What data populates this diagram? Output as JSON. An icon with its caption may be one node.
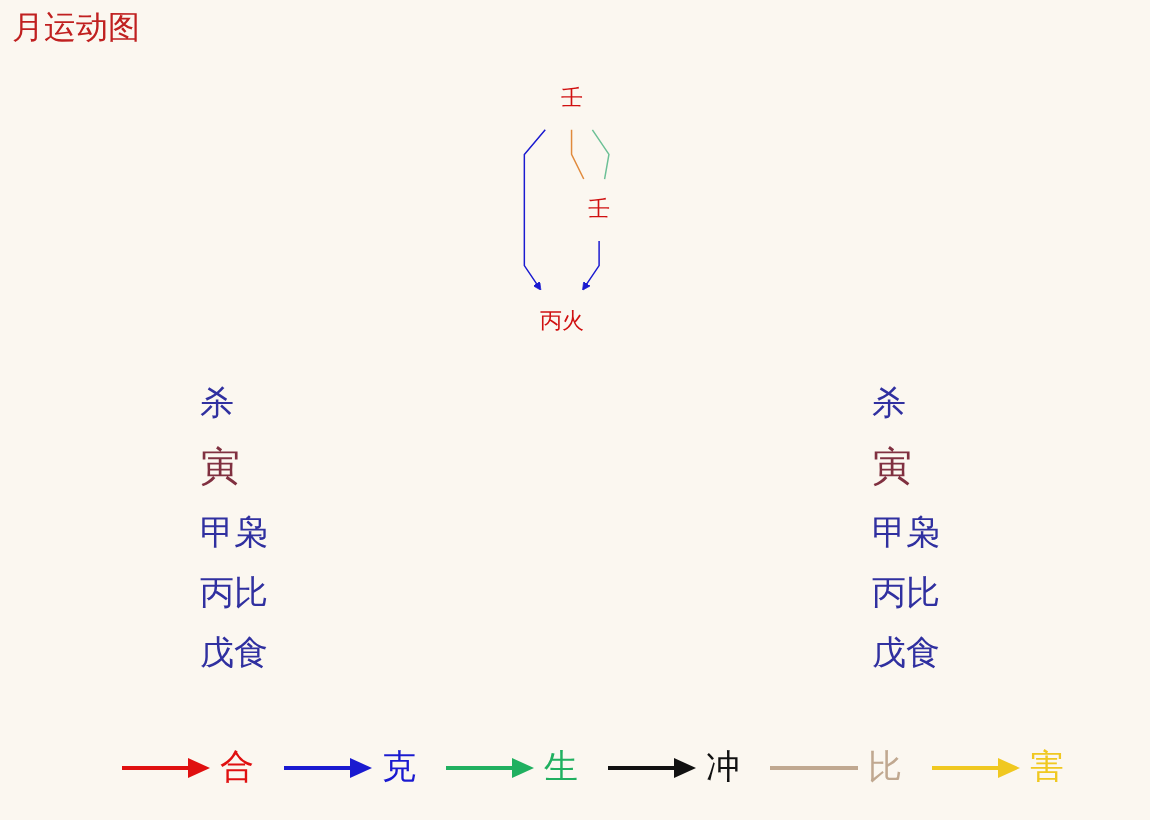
{
  "diagram": {
    "title": "月运动图",
    "nodes": [
      {
        "text": [
          "丙火"
        ]
      },
      {
        "text": [
          "壬"
        ]
      },
      {
        "text": [
          "壬"
        ]
      }
    ],
    "edges": [
      {
        "from": 1,
        "to": 0,
        "arrow": "to",
        "color": "#1a1ad0"
      },
      {
        "from": 2,
        "to": 0,
        "arrow": "to",
        "color": "#1a1ad0"
      },
      {
        "from": 1,
        "to": 2,
        "arrow": "none",
        "color": "#e08a3c"
      },
      {
        "from": 1,
        "to": 2,
        "arrow": "none",
        "color": "#6cc096"
      }
    ],
    "labels": [
      "杀",
      "杀",
      "寅",
      "寅",
      "甲枭",
      "甲枭",
      "丙比",
      "丙比",
      "戊食",
      "戊食"
    ],
    "legend": [
      {
        "text": "合",
        "color": "#e01010"
      },
      {
        "text": "克",
        "color": "#1a1ad0"
      },
      {
        "text": "生",
        "color": "#20b060"
      },
      {
        "text": "冲",
        "color": "#111111"
      },
      {
        "text": "比",
        "color": "#c0a890"
      },
      {
        "text": "害",
        "color": "#f0c820"
      }
    ]
  }
}
